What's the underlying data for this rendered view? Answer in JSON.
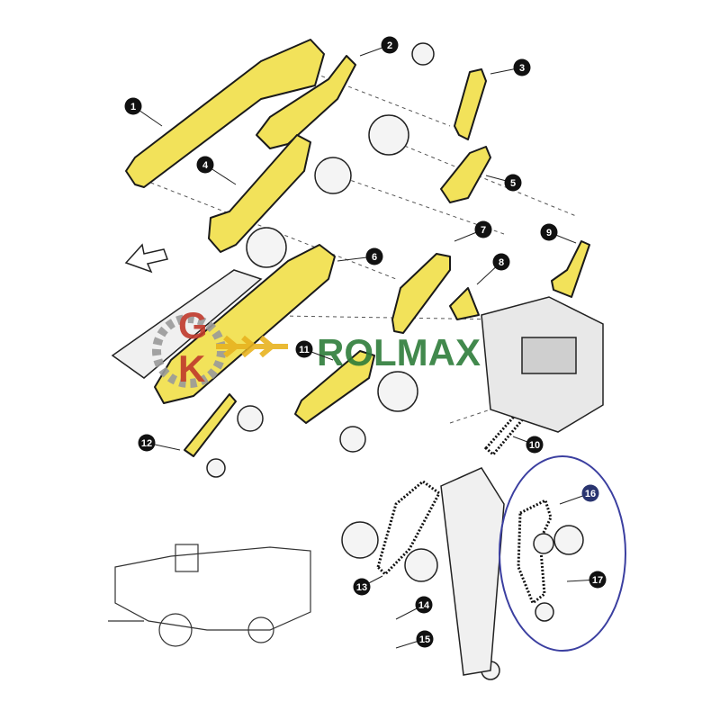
{
  "colors": {
    "belt_fill": "#f2e25a",
    "belt_outline": "#1a1a1a",
    "line": "#222222",
    "callout_dark": "#111111",
    "callout_blue": "#2a3570",
    "highlight_ellipse": "#3b3fa0",
    "watermark_green": "#2e7d3a",
    "watermark_grey": "#9a9a9a",
    "watermark_red": "#c0392b",
    "watermark_yellow": "#e8b320"
  },
  "callouts": [
    {
      "label": "1"
    },
    {
      "label": "2"
    },
    {
      "label": "3"
    },
    {
      "label": "4"
    },
    {
      "label": "5"
    },
    {
      "label": "6"
    },
    {
      "label": "7"
    },
    {
      "label": "8"
    },
    {
      "label": "9"
    },
    {
      "label": "10"
    },
    {
      "label": "11"
    },
    {
      "label": "12"
    },
    {
      "label": "13"
    },
    {
      "label": "14"
    },
    {
      "label": "15"
    },
    {
      "label": "16"
    },
    {
      "label": "17"
    }
  ],
  "watermark": {
    "logo_letters": [
      "G",
      "K"
    ],
    "brand": "ROLMAX"
  },
  "direction_arrow_icon": "arrow-icon"
}
